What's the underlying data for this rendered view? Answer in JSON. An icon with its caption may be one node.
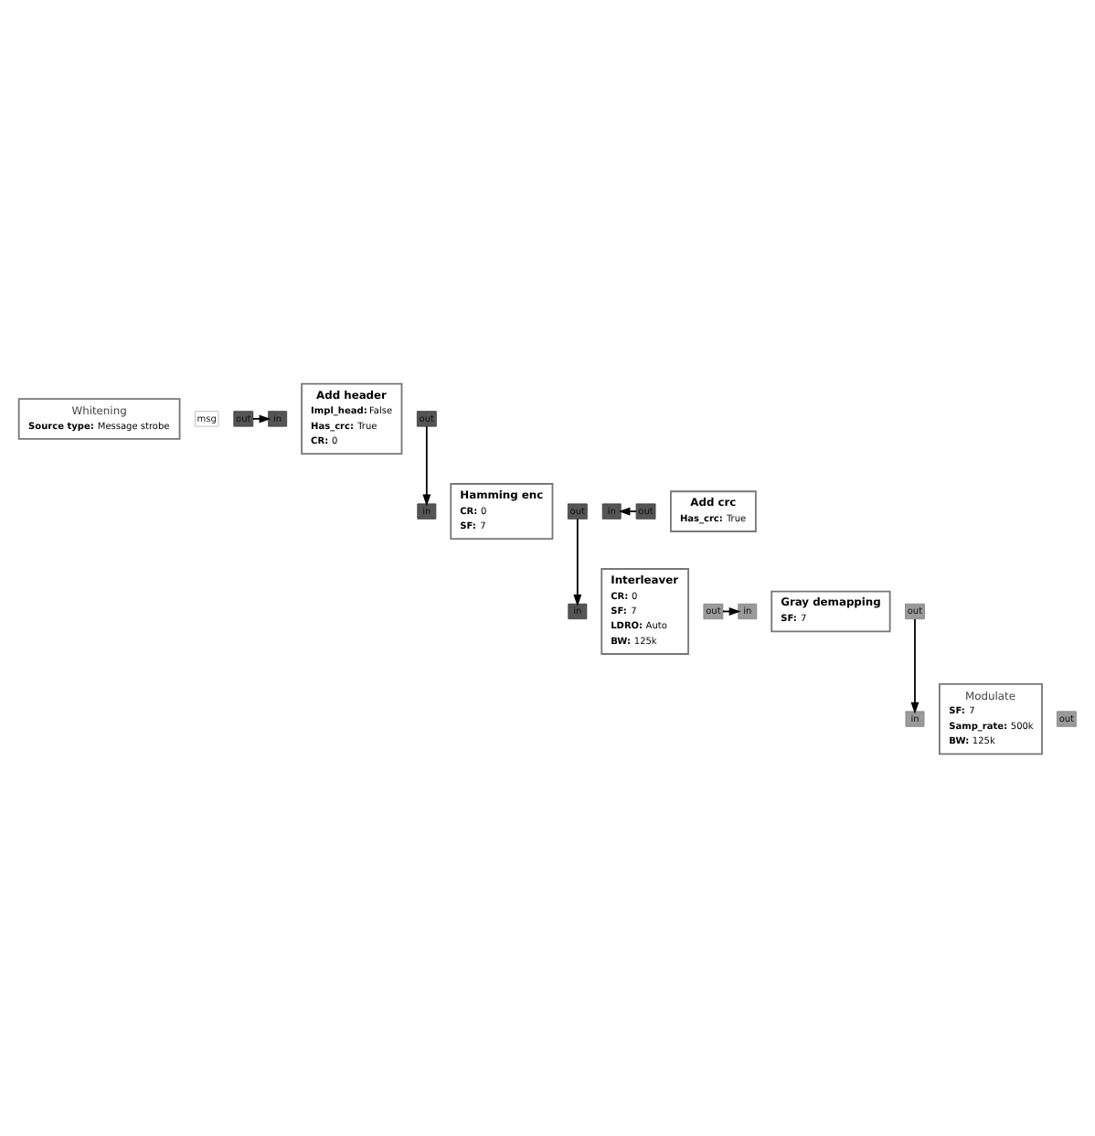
{
  "diagram": {
    "nodes": [
      {
        "text": [
          "Whitening",
          "**Source type:** Message strobe"
        ]
      },
      {
        "text": [
          "msg"
        ]
      },
      {
        "text": [
          "out"
        ]
      },
      {
        "text": [
          "Add header",
          "**Impl_head:** False",
          "**Has_crc:** True",
          "**CR:** 0"
        ]
      },
      {
        "text": [
          "in"
        ]
      },
      {
        "text": [
          "out"
        ]
      },
      {
        "text": [
          "Hamming enc",
          "**CR:** 0",
          "**SF:** 7"
        ]
      },
      {
        "text": [
          "out"
        ]
      },
      {
        "text": [
          "in"
        ]
      },
      {
        "text": [
          "Add crc",
          "**Has_crc:** True"
        ]
      },
      {
        "text": [
          "out"
        ]
      },
      {
        "text": [
          "in"
        ]
      },
      {
        "text": [
          "Interleaver",
          "**CR:** 0",
          "**SF:** 7",
          "**LDRO:** Auto",
          "**BW:** 125k"
        ]
      },
      {
        "text": [
          "in"
        ]
      },
      {
        "text": [
          "out"
        ]
      },
      {
        "text": [
          "Gray demapping",
          "**SF:** 7"
        ]
      },
      {
        "text": [
          "in"
        ]
      },
      {
        "text": [
          "out"
        ]
      },
      {
        "text": [
          "Modulate",
          "**SF:** 7",
          "**Samp_rate:** 500k",
          "**BW:** 125k"
        ]
      },
      {
        "text": [
          "out"
        ]
      },
      {
        "text": [
          "in"
        ]
      }
    ],
    "edges": [
      {
        "from": 2,
        "to": 4,
        "arrow": "to"
      },
      {
        "from": 5,
        "to": 11,
        "arrow": "to"
      },
      {
        "from": 10,
        "to": 8,
        "arrow": "to"
      },
      {
        "from": 7,
        "to": 13,
        "arrow": "to"
      },
      {
        "from": 14,
        "to": 16,
        "arrow": "to"
      },
      {
        "from": 17,
        "to": 20,
        "arrow": "to"
      }
    ]
  }
}
